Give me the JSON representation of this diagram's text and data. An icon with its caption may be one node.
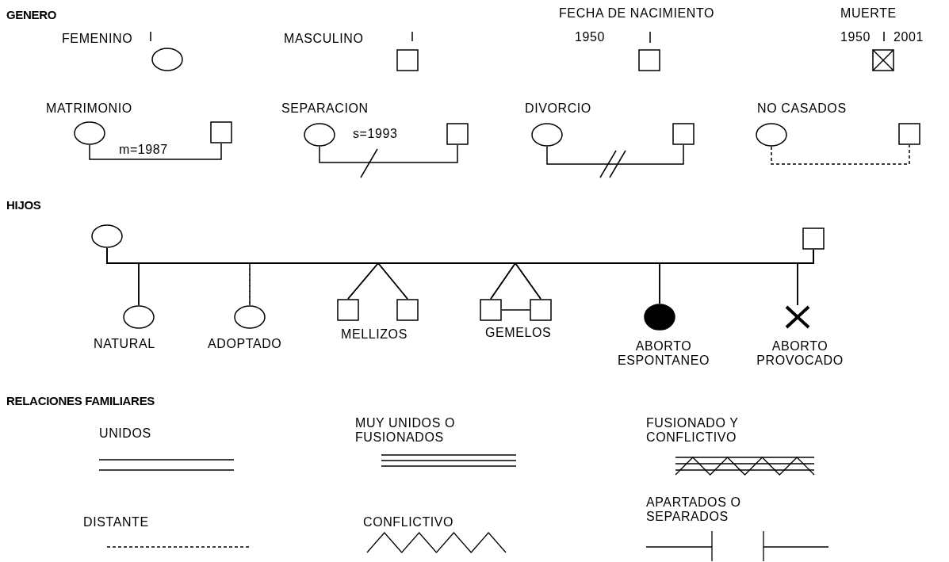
{
  "diagram": {
    "nodes": [
      {
        "text": [
          "FEMENINO"
        ]
      },
      {
        "text": [
          "MASCULINO"
        ]
      },
      {
        "text": [
          "FECHA DE NACIMIENTO",
          "1950"
        ]
      },
      {
        "text": [
          "MUERTE",
          "1950",
          "2001"
        ]
      },
      {
        "text": [
          "MATRIMONIO"
        ]
      },
      {
        "text": [],
        "shape": "box"
      },
      {
        "text": [
          "SEPARACION"
        ]
      },
      {
        "text": [],
        "shape": "box"
      },
      {
        "text": [
          "DIVORCIO"
        ]
      },
      {
        "text": [],
        "shape": "box"
      },
      {
        "text": [
          "NO CASADOS"
        ]
      },
      {
        "text": [],
        "shape": "box"
      },
      {
        "text": [],
        "shape": "circle"
      },
      {
        "text": [],
        "shape": "box"
      },
      {
        "text": [
          "NATURAL"
        ]
      },
      {
        "text": [
          "ADOPTADO"
        ]
      },
      {
        "text": [],
        "shape": "box"
      },
      {
        "text": [],
        "shape": "box"
      },
      {
        "text": [],
        "shape": "box"
      },
      {
        "text": [],
        "shape": "box"
      },
      {
        "text": [
          "ABORTO ESPONTANEO"
        ]
      },
      {
        "text": [
          "ABORTO PROVOCADO"
        ]
      }
    ],
    "edges": [
      {
        "from": 4,
        "to": 5,
        "arrow": "none",
        "label": "m=1987"
      },
      {
        "from": 6,
        "to": 7,
        "arrow": "none",
        "label": "s=1993"
      },
      {
        "from": 8,
        "to": 9,
        "arrow": "none"
      },
      {
        "from": 10,
        "to": 11,
        "arrow": "none",
        "style": "dashed"
      },
      {
        "from": 12,
        "to": 13,
        "arrow": "none"
      },
      {
        "from": 12,
        "to": 14,
        "arrow": "none"
      },
      {
        "from": 13,
        "to": 14,
        "arrow": "none"
      },
      {
        "from": 12,
        "to": 15,
        "arrow": "none",
        "style": "dashed"
      },
      {
        "from": 13,
        "to": 15,
        "arrow": "none",
        "style": "dashed"
      },
      {
        "from": 12,
        "to": 16,
        "arrow": "none"
      },
      {
        "from": 13,
        "to": 16,
        "arrow": "none"
      },
      {
        "from": 12,
        "to": 17,
        "arrow": "none"
      },
      {
        "from": 13,
        "to": 17,
        "arrow": "none"
      },
      {
        "from": 12,
        "to": 18,
        "arrow": "none"
      },
      {
        "from": 13,
        "to": 18,
        "arrow": "none"
      },
      {
        "from": 12,
        "to": 19,
        "arrow": "none"
      },
      {
        "from": 13,
        "to": 19,
        "arrow": "none"
      },
      {
        "from": 12,
        "to": 20,
        "arrow": "none"
      },
      {
        "from": 13,
        "to": 20,
        "arrow": "none"
      },
      {
        "from": 12,
        "to": 21,
        "arrow": "none"
      },
      {
        "from": 13,
        "to": 21,
        "arrow": "none"
      },
      {
        "from": 18,
        "to": 19,
        "arrow": "none"
      }
    ],
    "labels": [
      "GENERO",
      "HIJOS",
      "MELLIZOS",
      "GEMELOS",
      "RELACIONES FAMILIARES"
    ],
    "legend": [
      {
        "text": "UNIDOS"
      },
      {
        "text": "MUY UNIDOS O FUSIONADOS"
      },
      {
        "text": "FUSIONADO Y CONFLICTIVO"
      },
      {
        "text": "DISTANTE"
      },
      {
        "text": "CONFLICTIVO"
      },
      {
        "text": "APARTADOS O SEPARADOS"
      }
    ]
  }
}
